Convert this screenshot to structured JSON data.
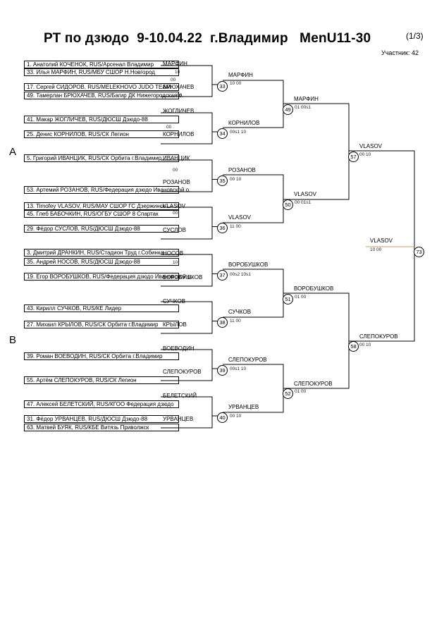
{
  "header": {
    "title": "РТ по дзюдо  9-10.04.22  г.Владимир   MenU11-30",
    "page": "(1/3)",
    "participants": "Участник: 42"
  },
  "sections": [
    "A",
    "B"
  ],
  "entries": [
    {
      "text": "1. Анатолий КОЧЕНОК, RUS/Арсенал Владимир"
    },
    {
      "text": "33. Илья МАРФИН, RUS/МБУ СШОР Н.Новгород"
    },
    {
      "text": "17. Сергей СИДОРОВ, RUS/MELEKHOVO JUDO TEAM"
    },
    {
      "text": "49. Тамерлан БРЮХАЧЕВ, RUS/Багир ДК Нижегородская о."
    },
    {
      "text": "41. Макар ЖОГЛИЧЕВ, RUS/ДЮСШ Дзюдо-88"
    },
    {
      "text": "25. Денис КОРНИЛОВ, RUS/СК Легион"
    },
    {
      "text": "5. Григорий ИВАНЦИК, RUS/СК Орбита г.Владимир"
    },
    {
      "text": "53. Артемий РОЗАНОВ, RUS/Федерация дзюдо Ивановской о."
    },
    {
      "text": "13. Timofey VLASOV, RUS/МАУ СШОР ГС Дзержинск"
    },
    {
      "text": "45. Глеб БАБОЧКИН, RUS/ОГБУ СШОР 8 Спартак"
    },
    {
      "text": "29. Фёдор СУСЛОВ, RUS/ДЮСШ Дзюдо-88"
    },
    {
      "text": "3. Дмитрий ДРАНКИН, RUS/Стадион Труд г.Собинка"
    },
    {
      "text": "35. Андрей НОСОВ, RUS/ДЮСШ Дзюдо-88"
    },
    {
      "text": "19. Егор ВОРОБУШКОВ, RUS/Федерация дзюдо Ивановской о."
    },
    {
      "text": "43. Кирилл СУЧКОВ, RUS/КЕ Лидер"
    },
    {
      "text": "27. Михаил КРЫЛОВ, RUS/СК Орбита г.Владимир"
    },
    {
      "text": "39. Роман ВОЕВОДИН, RUS/СК Орбита г.Владимир"
    },
    {
      "text": "55. Артём СЛЕПОКУРОВ, RUS/СК Легион"
    },
    {
      "text": "47. Алексей БЕЛЕТСКИЙ, RUS/КГОО Федерация дзюдо"
    },
    {
      "text": "31. Фёдор УРВАНЦЕВ, RUS/ДЮСШ Дзюдо-88"
    },
    {
      "text": "63. Матвей БУЯК, RUS/КБЕ Витязь Приволжск"
    }
  ],
  "labels": [
    {
      "text": "МАРФИН"
    },
    {
      "text": "БРЮХАЧЕВ"
    },
    {
      "text": "ЖОГЛИЧЕВ"
    },
    {
      "text": "КОРНИЛОВ"
    },
    {
      "text": "ИВАНЦИК"
    },
    {
      "text": "РОЗАНОВ"
    },
    {
      "text": "VLASOV"
    },
    {
      "text": "СУСЛОВ"
    },
    {
      "text": "НОСОВ"
    },
    {
      "text": "ВОРОБУШКОВ"
    },
    {
      "text": "СУЧКОВ"
    },
    {
      "text": "КРЫЛОВ"
    },
    {
      "text": "ВОЕВОДИН"
    },
    {
      "text": "СЛЕПОКУРОВ"
    },
    {
      "text": "БЕЛЕТСКИЙ"
    },
    {
      "text": "УРВАНЦЕВ"
    },
    {
      "text": "МАРФИН"
    },
    {
      "text": "КОРНИЛОВ"
    },
    {
      "text": "РОЗАНОВ"
    },
    {
      "text": "VLASOV"
    },
    {
      "text": "ВОРОБУШКОВ"
    },
    {
      "text": "СУЧКОВ"
    },
    {
      "text": "СЛЕПОКУРОВ"
    },
    {
      "text": "УРВАНЦЕВ"
    },
    {
      "text": "МАРФИН"
    },
    {
      "text": "VLASOV"
    },
    {
      "text": "ВОРОБУШКОВ"
    },
    {
      "text": "СЛЕПОКУРОВ"
    },
    {
      "text": "VLASOV"
    },
    {
      "text": "СЛЕПОКУРОВ"
    },
    {
      "text": "VLASOV"
    }
  ],
  "scores": [
    {
      "text": "10"
    },
    {
      "text": "00"
    },
    {
      "text": "00"
    },
    {
      "text": "00"
    },
    {
      "text": "00"
    },
    {
      "text": "00"
    },
    {
      "text": "10"
    },
    {
      "text": "10  00"
    },
    {
      "text": "00s1  10"
    },
    {
      "text": "00  10"
    },
    {
      "text": "11  00"
    },
    {
      "text": "00s2  10s1"
    },
    {
      "text": "11  00"
    },
    {
      "text": "00s1  10"
    },
    {
      "text": "00  10"
    },
    {
      "text": "01  00s1"
    },
    {
      "text": "00  01s1"
    },
    {
      "text": "01  00"
    },
    {
      "text": "01  00"
    },
    {
      "text": "00  10"
    },
    {
      "text": "00  10"
    },
    {
      "text": "10  00"
    }
  ],
  "matches": [
    "33",
    "34",
    "35",
    "36",
    "37",
    "38",
    "39",
    "40",
    "49",
    "50",
    "51",
    "52",
    "57",
    "58",
    "73"
  ],
  "colors": {
    "final_line": "#c8a060"
  }
}
